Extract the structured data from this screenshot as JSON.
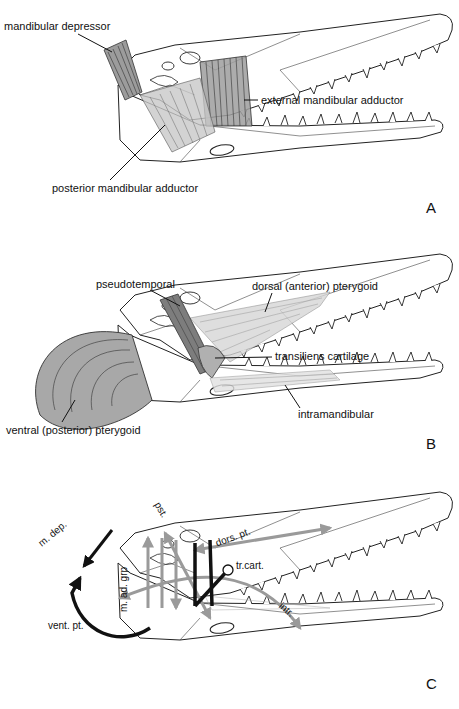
{
  "diagram": {
    "labels": [
      "mandibular depressor",
      "external mandibular adductor",
      "posterior mandibular adductor",
      "A",
      "pseudotemporal",
      "dorsal (anterior) pterygoid",
      "transiliens cartilage",
      "ventral (posterior) pterygoid",
      "intramandibular",
      "B",
      "m. dep.",
      "m. ad. grp",
      "pst.",
      "dors. pt.",
      "tr.cart.",
      "intr.",
      "vent. pt.",
      "C"
    ]
  }
}
